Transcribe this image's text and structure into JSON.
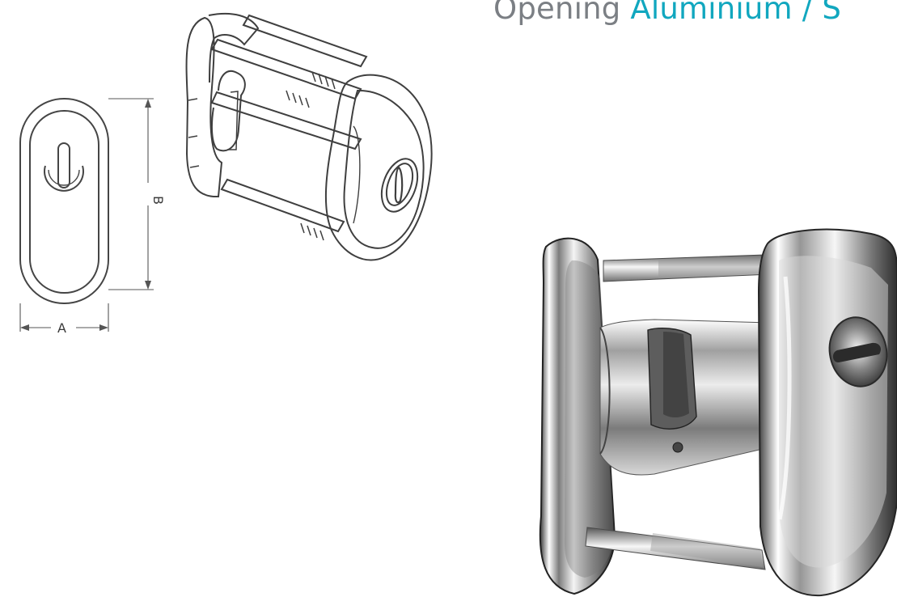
{
  "header": {
    "title_part_1": "Opening ",
    "title_part_2": "Aluminium / S"
  },
  "diagram": {
    "dimension_a": "A",
    "dimension_b": "B"
  },
  "colors": {
    "title_gray": "#7b7f84",
    "title_accent": "#11a7bf"
  }
}
